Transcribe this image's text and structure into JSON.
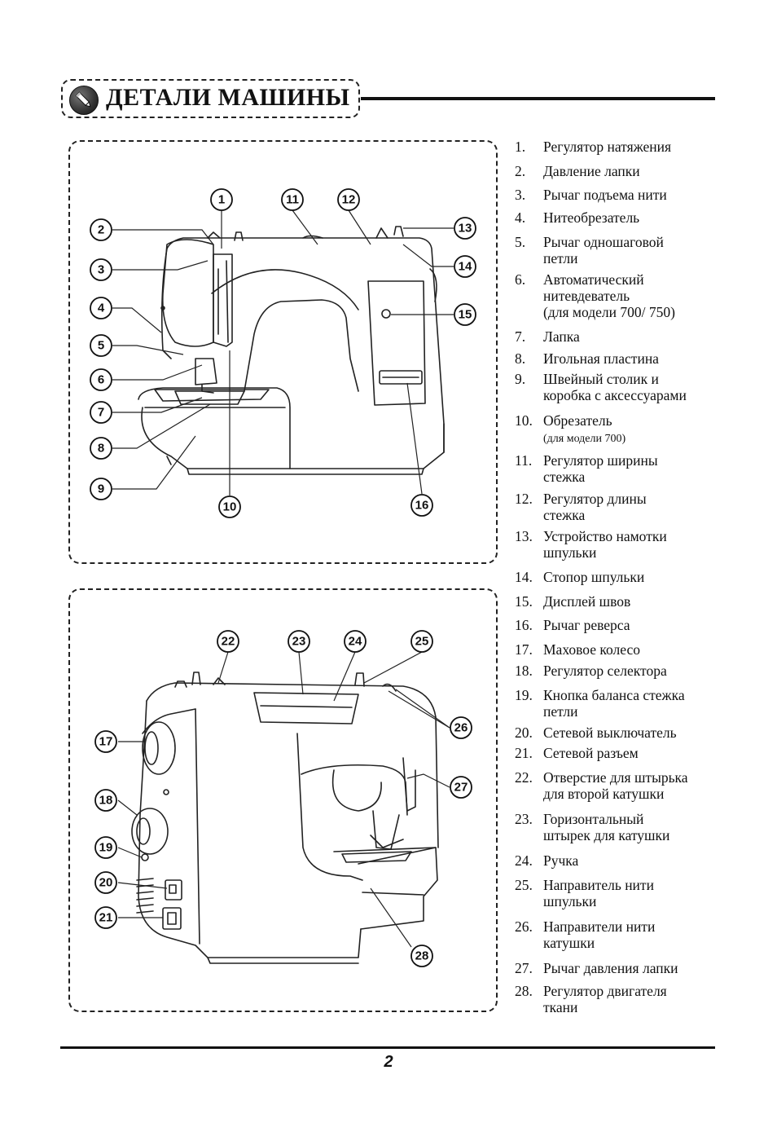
{
  "header": {
    "title": "ДЕТАЛИ МАШИНЫ",
    "icon": "pencil-icon"
  },
  "figure_top": {
    "callouts": [
      "1",
      "2",
      "3",
      "4",
      "5",
      "6",
      "7",
      "8",
      "9",
      "10",
      "11",
      "12",
      "13",
      "14",
      "15",
      "16"
    ]
  },
  "figure_bottom": {
    "callouts": [
      "17",
      "18",
      "19",
      "20",
      "21",
      "22",
      "23",
      "24",
      "25",
      "26",
      "27",
      "28"
    ]
  },
  "parts": [
    {
      "num": "1.",
      "lines": [
        "Регулятор натяжения"
      ]
    },
    {
      "num": "2.",
      "lines": [
        "Давление лапки"
      ]
    },
    {
      "num": "3.",
      "lines": [
        "Рычаг подъема нити"
      ]
    },
    {
      "num": "4.",
      "lines": [
        "Нитеобрезатель"
      ]
    },
    {
      "num": "5.",
      "lines": [
        "Рычаг одношаговой",
        "петли"
      ]
    },
    {
      "num": "6.",
      "lines": [
        "Автоматический",
        "нитевдеватель",
        "(для модели 700/ 750)"
      ]
    },
    {
      "num": "7.",
      "lines": [
        "Лапка"
      ]
    },
    {
      "num": "8.",
      "lines": [
        "Игольная пластина"
      ]
    },
    {
      "num": "9.",
      "lines": [
        "Швейный столик и",
        "коробка с аксессуарами"
      ]
    },
    {
      "num": "10.",
      "lines": [
        "Обрезатель"
      ],
      "note": "(для модели 700)"
    },
    {
      "num": "11.",
      "lines": [
        "Регулятор ширины",
        "стежка"
      ]
    },
    {
      "num": "12.",
      "lines": [
        "Регулятор длины",
        "стежка"
      ]
    },
    {
      "num": "13.",
      "lines": [
        "Устройство намотки",
        "шпульки"
      ]
    },
    {
      "num": "14.",
      "lines": [
        "Стопор шпульки"
      ]
    },
    {
      "num": "15.",
      "lines": [
        "Дисплей швов"
      ]
    },
    {
      "num": "16.",
      "lines": [
        "Рычаг реверса"
      ]
    },
    {
      "num": "17.",
      "lines": [
        "Маховое колесо"
      ]
    },
    {
      "num": "18.",
      "lines": [
        "Регулятор селектора"
      ]
    },
    {
      "num": "19.",
      "lines": [
        "Кнопка баланса стежка",
        "петли"
      ]
    },
    {
      "num": "20.",
      "lines": [
        "Сетевой выключатель"
      ]
    },
    {
      "num": "21.",
      "lines": [
        "Сетевой разъем"
      ]
    },
    {
      "num": "22.",
      "lines": [
        "Отверстие для штырька",
        "для второй катушки"
      ]
    },
    {
      "num": "23.",
      "lines": [
        "Горизонтальный",
        "штырек для катушки"
      ]
    },
    {
      "num": "24.",
      "lines": [
        "Ручка"
      ]
    },
    {
      "num": "25.",
      "lines": [
        "Направитель нити",
        "шпульки"
      ]
    },
    {
      "num": "26.",
      "lines": [
        "Направители нити",
        "катушки"
      ]
    },
    {
      "num": "27.",
      "lines": [
        "Рычаг давления лапки"
      ]
    },
    {
      "num": "28.",
      "lines": [
        "Регулятор двигателя",
        "ткани"
      ]
    }
  ],
  "footer": {
    "page_number": "2"
  }
}
